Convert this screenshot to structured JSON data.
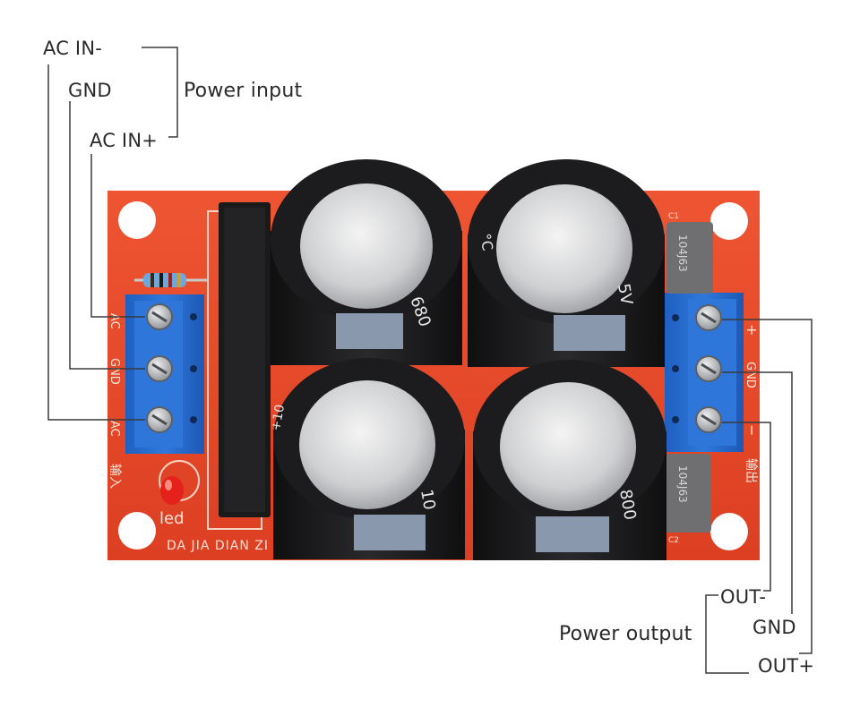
{
  "labels": {
    "ac_in_minus": "AC IN-",
    "gnd_in": "GND",
    "ac_in_plus": "AC IN+",
    "power_input": "Power input",
    "out_minus": "OUT-",
    "gnd_out": "GND",
    "out_plus": "OUT+",
    "power_output": "Power output"
  },
  "board": {
    "silkscreen_brand": "DA JIA DIAN ZI",
    "led_label": "led",
    "left_terminal_marks": [
      "AC",
      "GND",
      "AC"
    ],
    "right_terminal_marks": [
      "+",
      "GND",
      "−"
    ],
    "left_side_text": "输入",
    "right_side_text": "输出",
    "cap_marks": [
      "680",
      "°C",
      "5V",
      "+10",
      "10",
      "800"
    ],
    "film_cap_marks": [
      "104J63",
      "104J63"
    ],
    "film_cap_ids": [
      "C1",
      "C2"
    ]
  },
  "colors": {
    "pcb": "#e8492b",
    "terminal": "#2b6fd4",
    "capacitor": "#1c1c1e",
    "line": "#3a3a3a"
  }
}
